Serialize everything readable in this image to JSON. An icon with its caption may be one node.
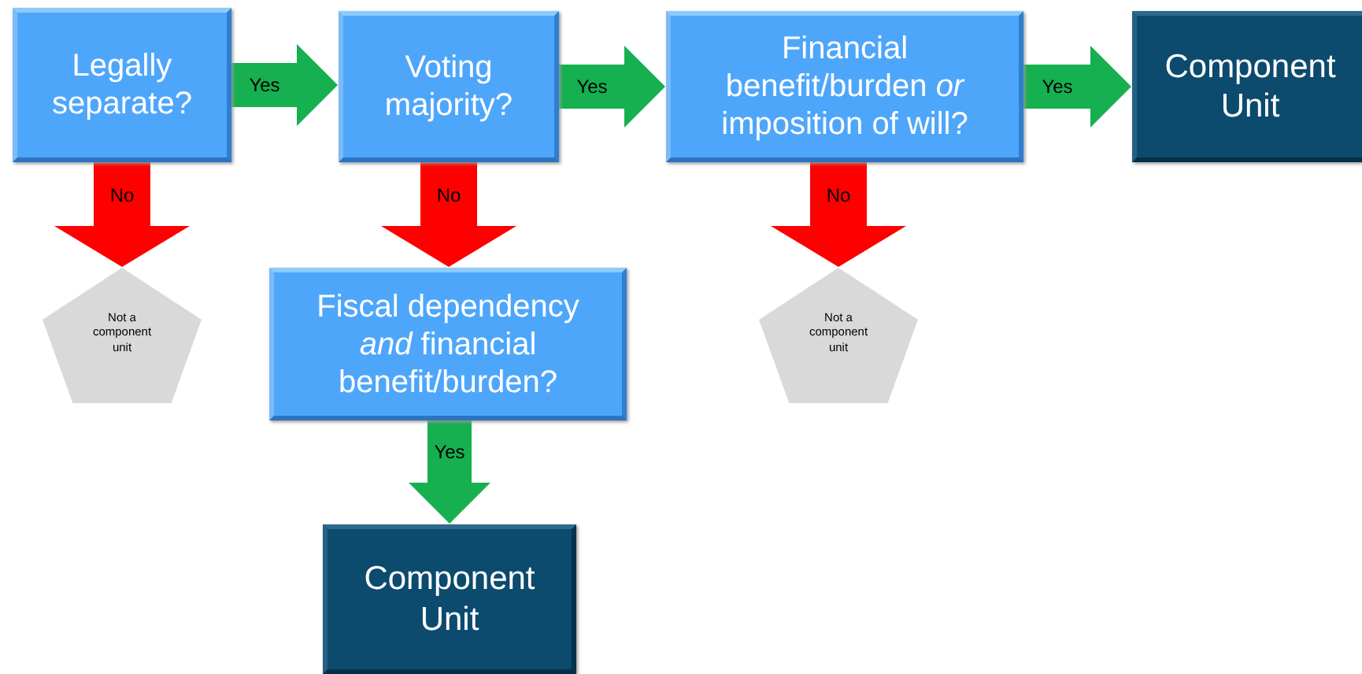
{
  "diagram": {
    "nodes": [
      {
        "text": [
          "Legally separate?"
        ]
      },
      {
        "text": [
          "Voting majority?"
        ]
      },
      {
        "text": [
          "Financial benefit/burden *or* imposition of will?"
        ]
      },
      {
        "text": [
          "Component Unit"
        ]
      },
      {
        "text": [
          "Not a component unit"
        ]
      },
      {
        "text": [
          "Fiscal dependency *and* financial benefit/burden?"
        ]
      },
      {
        "text": [
          "Not a component unit"
        ]
      },
      {
        "text": [
          "Component Unit"
        ]
      }
    ],
    "edges": [
      {
        "from": 0,
        "to": 1,
        "arrow": "to",
        "label": "Yes"
      },
      {
        "from": 1,
        "to": 2,
        "arrow": "to",
        "label": "Yes"
      },
      {
        "from": 2,
        "to": 3,
        "arrow": "to",
        "label": "Yes"
      },
      {
        "from": 0,
        "to": 4,
        "arrow": "to",
        "label": "No",
        "color": "#ff0000"
      },
      {
        "from": 1,
        "to": 5,
        "arrow": "to",
        "label": "No",
        "color": "#ff0000"
      },
      {
        "from": 2,
        "to": 6,
        "arrow": "to",
        "label": "No",
        "color": "#ff0000"
      },
      {
        "from": 5,
        "to": 7,
        "arrow": "to",
        "label": "Yes"
      }
    ]
  }
}
